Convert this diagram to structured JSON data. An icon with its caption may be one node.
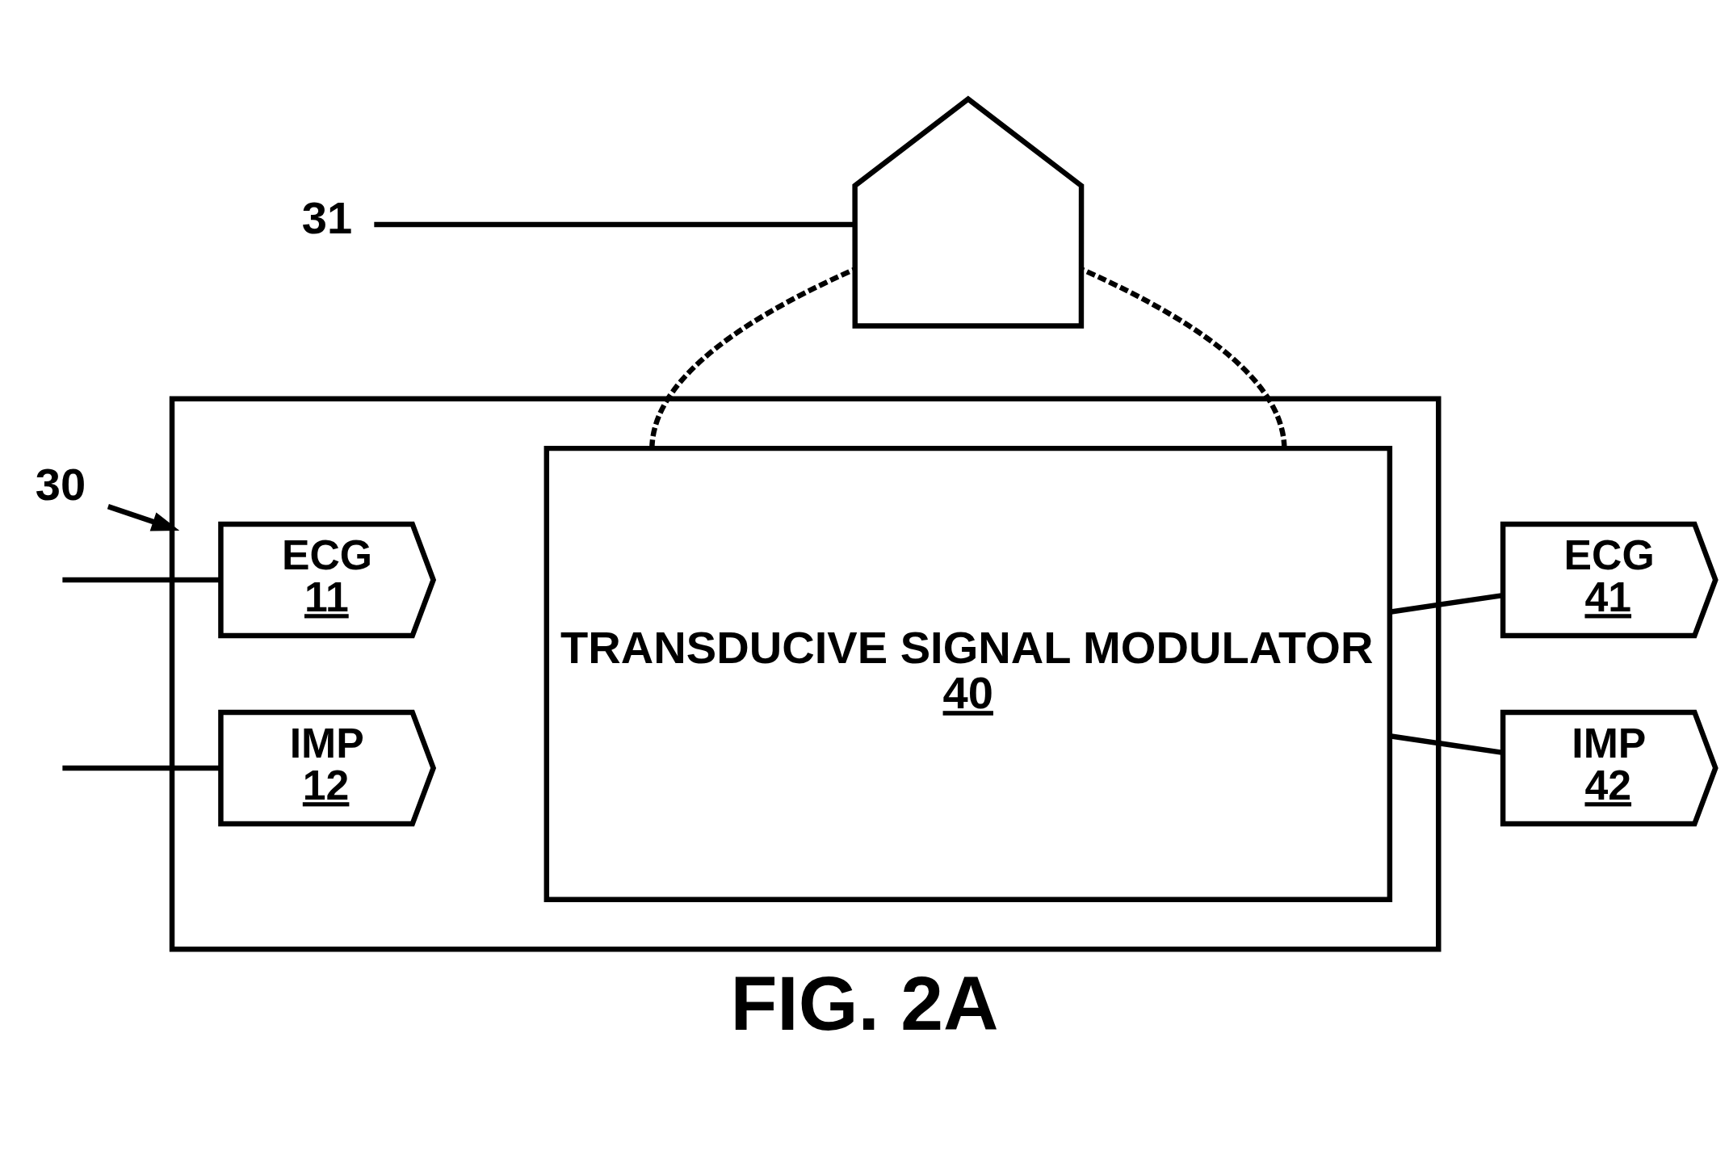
{
  "diagram": {
    "caption": "FIG. 2A",
    "nodes": [
      {
        "text": [
          "31"
        ]
      },
      {
        "text": [],
        "shape": "arrow"
      },
      {
        "text": [
          "30"
        ]
      },
      {
        "text": [],
        "shape": "box"
      },
      {
        "text": [
          "ECG",
          "11"
        ],
        "in": 3
      },
      {
        "text": [
          "IMP",
          "12"
        ],
        "in": 3
      },
      {
        "text": [
          "TRANSDUCIVE SIGNAL MODULATOR",
          "40"
        ],
        "in": 3
      },
      {
        "text": [
          "ECG",
          "41"
        ]
      },
      {
        "text": [
          "IMP",
          "42"
        ]
      }
    ],
    "edges": [
      {
        "from": 0,
        "to": 1,
        "arrow": "none"
      },
      {
        "from": 2,
        "to": 3,
        "arrow": "to"
      },
      {
        "from": 6,
        "to": 1,
        "arrow": "none",
        "style": "dashed"
      },
      {
        "from": 6,
        "to": 1,
        "arrow": "none",
        "style": "dashed"
      },
      {
        "from": null,
        "to": 4,
        "arrow": "none"
      },
      {
        "from": null,
        "to": 5,
        "arrow": "none"
      },
      {
        "from": 6,
        "to": 7,
        "arrow": "none"
      },
      {
        "from": 6,
        "to": 8,
        "arrow": "none"
      }
    ]
  }
}
